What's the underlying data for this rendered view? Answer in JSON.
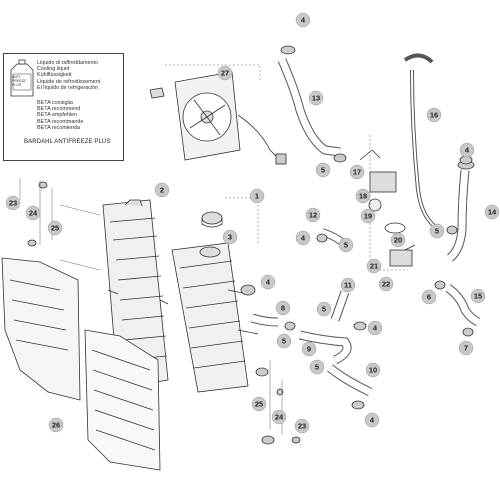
{
  "legend_box": {
    "can_label": "ANTI FREEZE PLUS",
    "liquid_lines": [
      "Liquido di raffreddamento",
      "Cooling liquid",
      "Kühlflüssigkeit",
      "Liquide de refroidissement",
      "El líquido de refrigeración"
    ],
    "beta_lines": [
      "BETA consiglia",
      "BETA recommend",
      "BETA empfehlen",
      "BETA recommande",
      "BETA recomienda"
    ],
    "brand": "BARDAHL ANTIFREEZE PLUS"
  },
  "callouts": {
    "c1": "1",
    "c2": "2",
    "c3": "3",
    "c4a": "4",
    "c4b": "4",
    "c4c": "4",
    "c4d": "4",
    "c4e": "4",
    "c5a": "5",
    "c5b": "5",
    "c5c": "5",
    "c5d": "5",
    "c5e": "5",
    "c5f": "5",
    "c6": "6",
    "c7": "7",
    "c8": "8",
    "c9": "9",
    "c10": "10",
    "c11": "11",
    "c12": "12",
    "c13": "13",
    "c14": "14",
    "c15": "15",
    "c16": "16",
    "c17": "17",
    "c18": "18",
    "c19": "19",
    "c20": "20",
    "c21": "21",
    "c22": "22",
    "c23a": "23",
    "c23b": "23",
    "c24a": "24",
    "c24b": "24",
    "c25a": "25",
    "c25b": "25",
    "c26": "26",
    "c27": "27"
  }
}
